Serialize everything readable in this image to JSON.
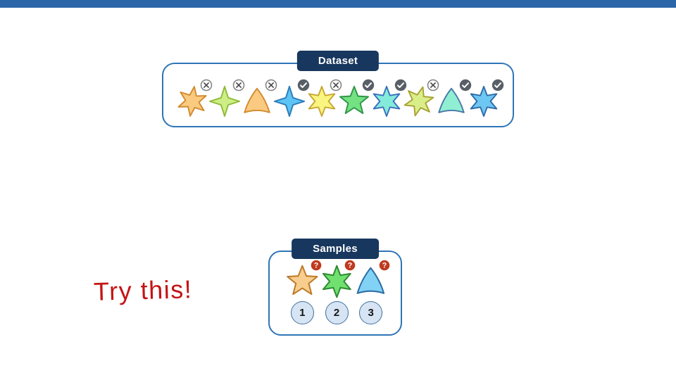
{
  "topbar": {
    "color": "#2B67A8"
  },
  "annotation": {
    "text": "Try this!",
    "color": "#C41414"
  },
  "dataset": {
    "label": "Dataset",
    "shapes": [
      {
        "name": "orange-six-point-star",
        "type": "star6",
        "fill": "#F9CA80",
        "stroke": "#D28A2E",
        "badge": "cross",
        "rotate": 8
      },
      {
        "name": "yellow-green-four-point-star",
        "type": "star4",
        "fill": "#CDEE85",
        "stroke": "#8FBB3A",
        "badge": "cross",
        "rotate": 0
      },
      {
        "name": "orange-triangle",
        "type": "triangle",
        "fill": "#F9CA80",
        "stroke": "#D28A2E",
        "badge": "cross",
        "rotate": 0
      },
      {
        "name": "blue-four-point-star",
        "type": "star4",
        "fill": "#5EC4F5",
        "stroke": "#2C7CB8",
        "badge": "check",
        "rotate": 0
      },
      {
        "name": "yellow-six-point-star",
        "type": "star6",
        "fill": "#FAF480",
        "stroke": "#C8A832",
        "badge": "cross",
        "rotate": 0
      },
      {
        "name": "green-five-point-star",
        "type": "star5",
        "fill": "#74E282",
        "stroke": "#2F9647",
        "badge": "check",
        "rotate": 0
      },
      {
        "name": "teal-six-point-star",
        "type": "star6",
        "fill": "#84EBDA",
        "stroke": "#3A70C0",
        "badge": "check",
        "rotate": 0
      },
      {
        "name": "lime-six-point-star",
        "type": "star6",
        "fill": "#D9EE88",
        "stroke": "#A9A233",
        "badge": "cross",
        "rotate": 15
      },
      {
        "name": "aqua-triangle",
        "type": "triangle",
        "fill": "#90EFD2",
        "stroke": "#4A78A8",
        "badge": "check",
        "rotate": 0
      },
      {
        "name": "blue-six-point-star",
        "type": "star6",
        "fill": "#6EC6F2",
        "stroke": "#2D6DA8",
        "badge": "check",
        "rotate": 0
      }
    ]
  },
  "samples": {
    "label": "Samples",
    "shapes": [
      {
        "name": "tan-five-point-star",
        "type": "star5",
        "fill": "#F7CE8E",
        "stroke": "#BF7B2A",
        "badge": "question",
        "rotate": 0
      },
      {
        "name": "green-six-point-star",
        "type": "star6",
        "fill": "#70E06E",
        "stroke": "#2E8B33",
        "badge": "question",
        "rotate": 0
      },
      {
        "name": "blue-triangle",
        "type": "triangle",
        "fill": "#82D2F5",
        "stroke": "#2E6DA4",
        "badge": "question",
        "rotate": 0
      }
    ],
    "numbers": [
      "1",
      "2",
      "3"
    ]
  },
  "badges": {
    "cross_fill": "#ffffff",
    "cross_ring": "#7F7F7F",
    "cross_glyph": "#454545",
    "check_fill": "#595F66",
    "check_glyph": "#ffffff",
    "question_fill": "#BF3A1E",
    "question_glyph": "#ffffff",
    "question_char": "?"
  },
  "colors": {
    "panel_border": "#2E75B6",
    "header_bg": "#17375E",
    "header_text": "#ffffff",
    "number_chip_bg": "#D6E4F4",
    "number_chip_border": "#41719C"
  }
}
